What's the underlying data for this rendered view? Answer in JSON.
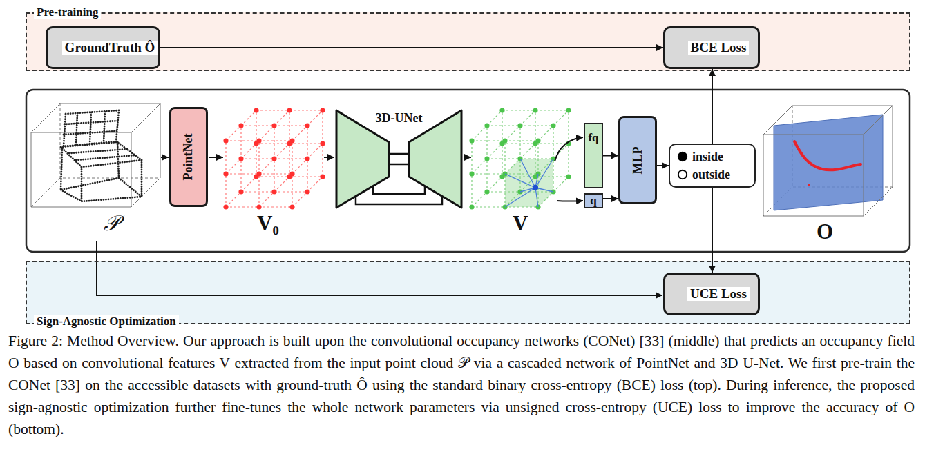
{
  "diagram": {
    "caption": "Figure 2: Method Overview. Our approach is built upon the convolutional occupancy networks (CONet) [33] (middle) that predicts an occupancy field O based on convolutional features V extracted from the input point cloud 𝒫 via a cascaded network of PointNet and 3D U-Net. We first pre-train the CONet [33] on the accessible datasets with ground-truth Ô using the standard binary cross-entropy (BCE) loss (top). During inference, the proposed sign-agnostic optimization further fine-tunes the whole network parameters via unsigned cross-entropy (UCE) loss to improve the accuracy of O (bottom).",
    "nodes": [
      {
        "text": [
          "Pre-training"
        ]
      },
      {
        "text": [
          "GroundTruth Ô"
        ],
        "in": 0
      },
      {
        "text": [
          "BCE Loss"
        ],
        "in": 0
      },
      {
        "text": [
          "PointNet"
        ]
      },
      {
        "text": [
          "3D-UNet"
        ]
      },
      {
        "text": [
          "fq"
        ]
      },
      {
        "text": [
          "q"
        ]
      },
      {
        "text": [
          "MLP"
        ]
      },
      {
        "text": [
          "inside",
          "outside"
        ]
      },
      {
        "text": [
          "Sign-Agnostic Optimization"
        ]
      },
      {
        "text": [
          "UCE Loss"
        ],
        "in": 9
      }
    ],
    "edges": [
      {
        "from": 1,
        "to": 2,
        "arrow": "to"
      },
      {
        "from": 5,
        "to": 7,
        "arrow": "to"
      },
      {
        "from": 6,
        "to": 7,
        "arrow": "to"
      },
      {
        "from": 7,
        "to": 8,
        "arrow": "to"
      },
      {
        "from": 8,
        "to": 2,
        "arrow": "to"
      },
      {
        "from": 8,
        "to": 10,
        "arrow": "to"
      }
    ],
    "labels": [
      "𝒫",
      "V₀",
      "V",
      "O"
    ]
  }
}
